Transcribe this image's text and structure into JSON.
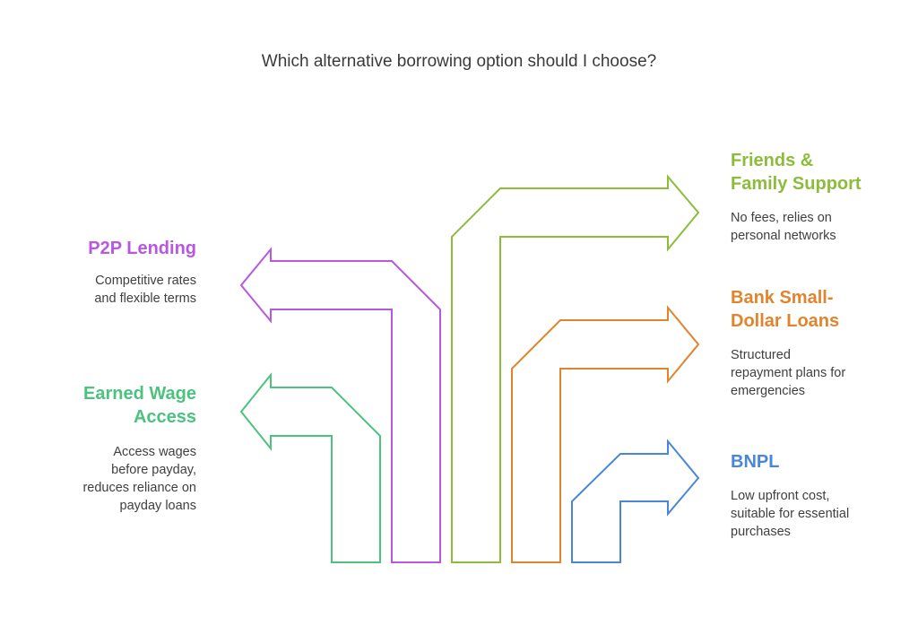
{
  "title": "Which alternative borrowing option should I choose?",
  "colors": {
    "p2p": "#b857e0",
    "earned_wage": "#4cc27e",
    "friends_family": "#8cbd3a",
    "bank_small_dollar": "#e0852e",
    "bnpl": "#4a86d8"
  },
  "options": {
    "p2p": {
      "heading": "P2P Lending",
      "desc_lines": [
        "Competitive rates",
        "and flexible terms"
      ]
    },
    "earned_wage": {
      "heading_lines": [
        "Earned Wage",
        "Access"
      ],
      "desc_lines": [
        "Access wages",
        "before payday,",
        "reduces reliance on",
        "payday loans"
      ]
    },
    "friends_family": {
      "heading_lines": [
        "Friends &",
        "Family Support"
      ],
      "desc_lines": [
        "No fees, relies on",
        "personal networks"
      ]
    },
    "bank_small_dollar": {
      "heading_lines": [
        "Bank Small-",
        "Dollar Loans"
      ],
      "desc_lines": [
        "Structured",
        "repayment plans for",
        "emergencies"
      ]
    },
    "bnpl": {
      "heading": "BNPL",
      "desc_lines": [
        "Low upfront cost,",
        "suitable for essential",
        "purchases"
      ]
    }
  }
}
